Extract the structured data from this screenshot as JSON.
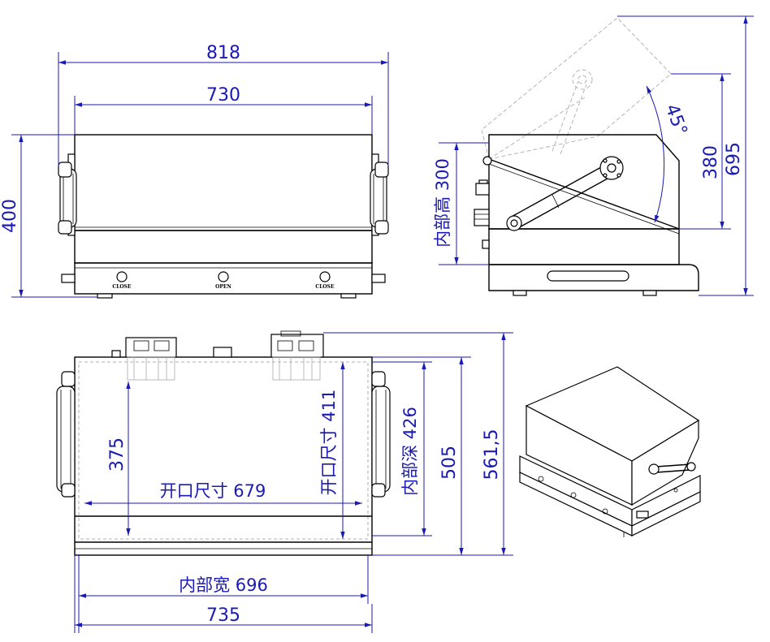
{
  "front_view": {
    "width_outer": "818",
    "width_inner": "730",
    "height": "400",
    "buttons": [
      "CLOSE",
      "OPEN",
      "CLOSE"
    ]
  },
  "side_view": {
    "inner_height_label": "内部高 300",
    "angle": "45°",
    "open_height": "380",
    "total_height": "695"
  },
  "top_view": {
    "opening_depth": "375",
    "opening_width_label": "开口尺寸 679",
    "opening_height_label": "开口尺寸 411",
    "inner_depth_label": "内部深 426",
    "depth_mid": "505",
    "depth_total": "561,5",
    "inner_width_label": "内部宽 696",
    "overall_width": "735"
  },
  "colors": {
    "dimension": "#1a1ab4",
    "outline": "#000000",
    "ghost": "#b4b4b4"
  }
}
